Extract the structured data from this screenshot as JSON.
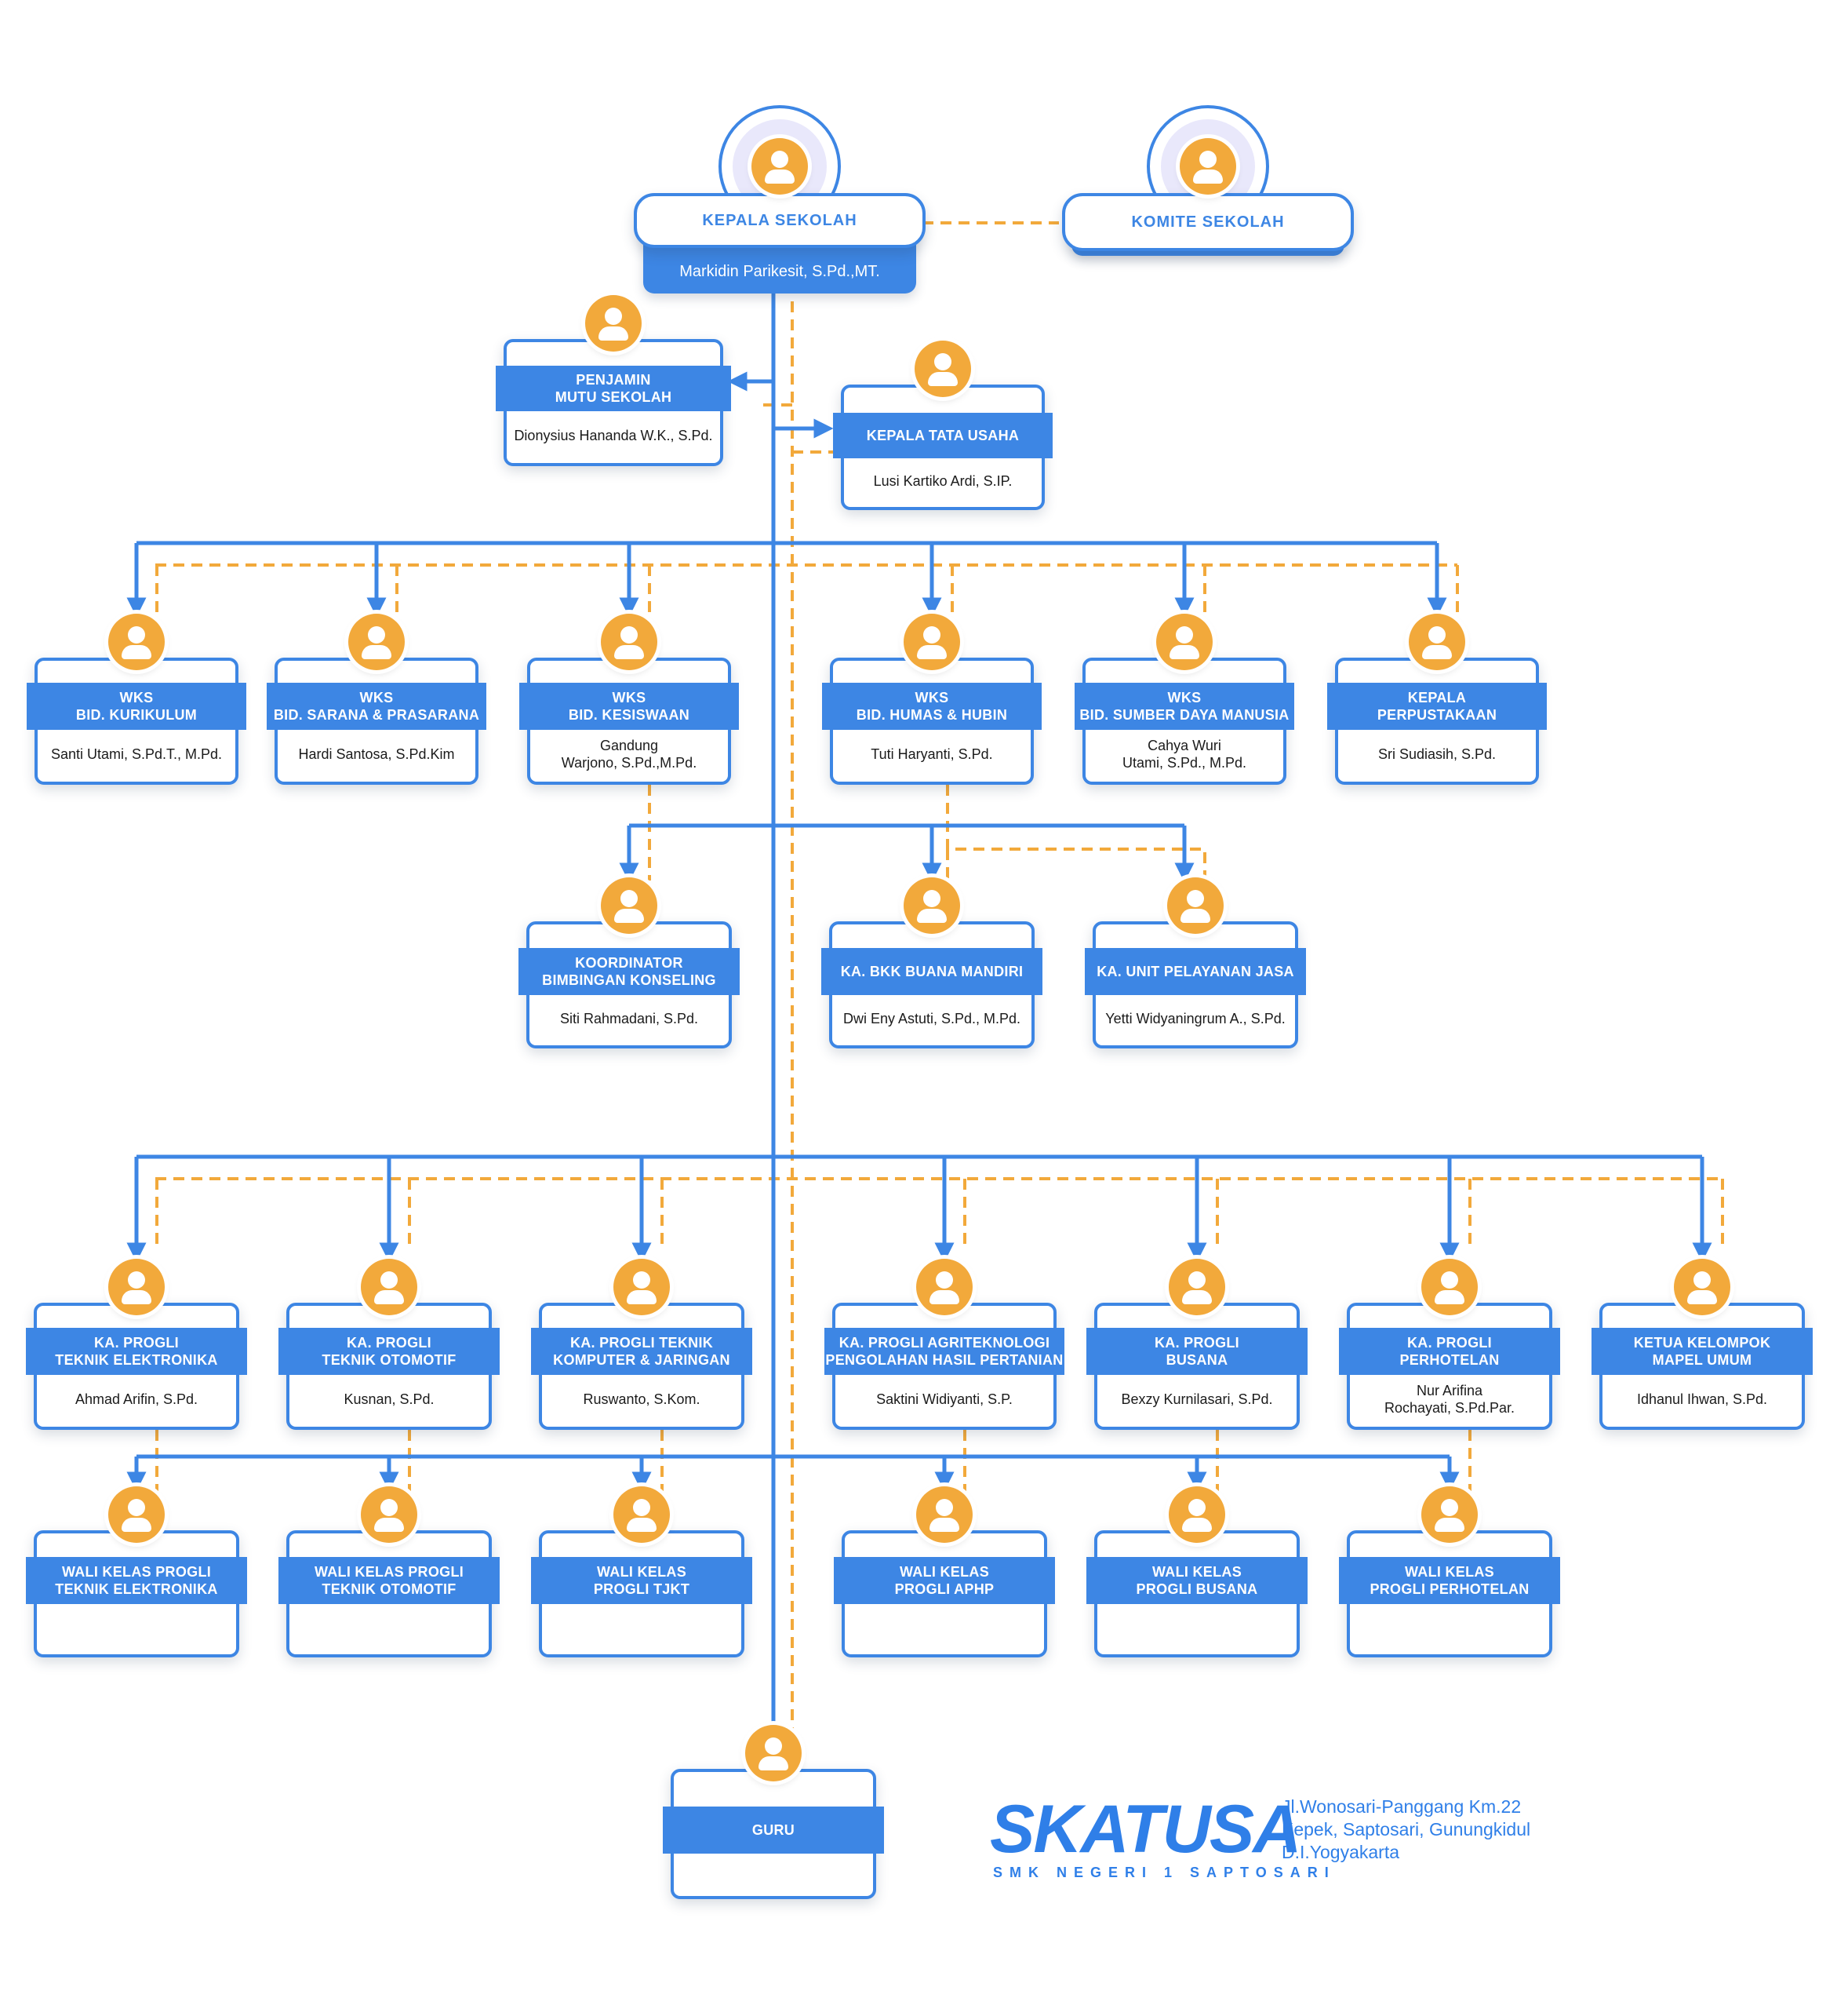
{
  "colors": {
    "primary": "#3d86e4",
    "dashed": "#f2a93b",
    "avatar": "#f2a93b"
  },
  "top": {
    "kepala": {
      "title": "KEPALA SEKOLAH",
      "name": "Markidin Parikesit, S.Pd.,MT."
    },
    "komite": {
      "title": "KOMITE SEKOLAH"
    }
  },
  "staff": {
    "penjamin": {
      "title": "PENJAMIN\nMUTU SEKOLAH",
      "name": "Dionysius Hananda W.K., S.Pd."
    },
    "tata_usaha": {
      "title": "KEPALA TATA USAHA",
      "name": "Lusi Kartiko Ardi, S.IP."
    }
  },
  "wks": [
    {
      "title": "WKS\nBID. KURIKULUM",
      "name": "Santi Utami, S.Pd.T., M.Pd."
    },
    {
      "title": "WKS\nBID. SARANA & PRASARANA",
      "name": "Hardi Santosa, S.Pd.Kim"
    },
    {
      "title": "WKS\nBID. KESISWAAN",
      "name": "Gandung\nWarjono, S.Pd.,M.Pd."
    },
    {
      "title": "WKS\nBID. HUMAS & HUBIN",
      "name": "Tuti Haryanti, S.Pd."
    },
    {
      "title": "WKS\nBID. SUMBER DAYA MANUSIA",
      "name": "Cahya Wuri\nUtami, S.Pd., M.Pd."
    },
    {
      "title": "KEPALA\nPERPUSTAKAAN",
      "name": "Sri Sudiasih, S.Pd."
    }
  ],
  "units": [
    {
      "title": "KOORDINATOR\nBIMBINGAN KONSELING",
      "name": "Siti Rahmadani, S.Pd."
    },
    {
      "title": "KA. BKK BUANA MANDIRI",
      "name": "Dwi Eny Astuti, S.Pd., M.Pd."
    },
    {
      "title": "KA. UNIT PELAYANAN JASA",
      "name": "Yetti Widyaningrum A., S.Pd."
    }
  ],
  "progli": [
    {
      "title": "KA. PROGLI\nTEKNIK ELEKTRONIKA",
      "name": "Ahmad Arifin, S.Pd."
    },
    {
      "title": "KA. PROGLI\nTEKNIK OTOMOTIF",
      "name": "Kusnan, S.Pd."
    },
    {
      "title": "KA. PROGLI TEKNIK\nKOMPUTER & JARINGAN",
      "name": "Ruswanto, S.Kom."
    },
    {
      "title": "KA. PROGLI AGRITEKNOLOGI\nPENGOLAHAN HASIL PERTANIAN",
      "name": "Saktini Widiyanti, S.P."
    },
    {
      "title": "KA. PROGLI\nBUSANA",
      "name": "Bexzy Kurnilasari, S.Pd."
    },
    {
      "title": "KA. PROGLI\nPERHOTELAN",
      "name": "Nur Arifina\nRochayati, S.Pd.Par."
    },
    {
      "title": "KETUA KELOMPOK\nMAPEL UMUM",
      "name": "Idhanul Ihwan, S.Pd."
    }
  ],
  "wali": [
    {
      "title": "WALI KELAS PROGLI\nTEKNIK ELEKTRONIKA"
    },
    {
      "title": "WALI KELAS PROGLI\nTEKNIK OTOMOTIF"
    },
    {
      "title": "WALI KELAS\nPROGLI TJKT"
    },
    {
      "title": "WALI KELAS\nPROGLI APHP"
    },
    {
      "title": "WALI KELAS\nPROGLI BUSANA"
    },
    {
      "title": "WALI KELAS\nPROGLI PERHOTELAN"
    }
  ],
  "guru": {
    "title": "GURU"
  },
  "logo": {
    "brand": "SKATUSA",
    "subtitle": "SMK NEGERI 1 SAPTOSARI",
    "address": [
      "Jl.Wonosari-Panggang Km.22",
      "Kepek, Saptosari, Gunungkidul",
      "D.I.Yogyakarta"
    ]
  }
}
